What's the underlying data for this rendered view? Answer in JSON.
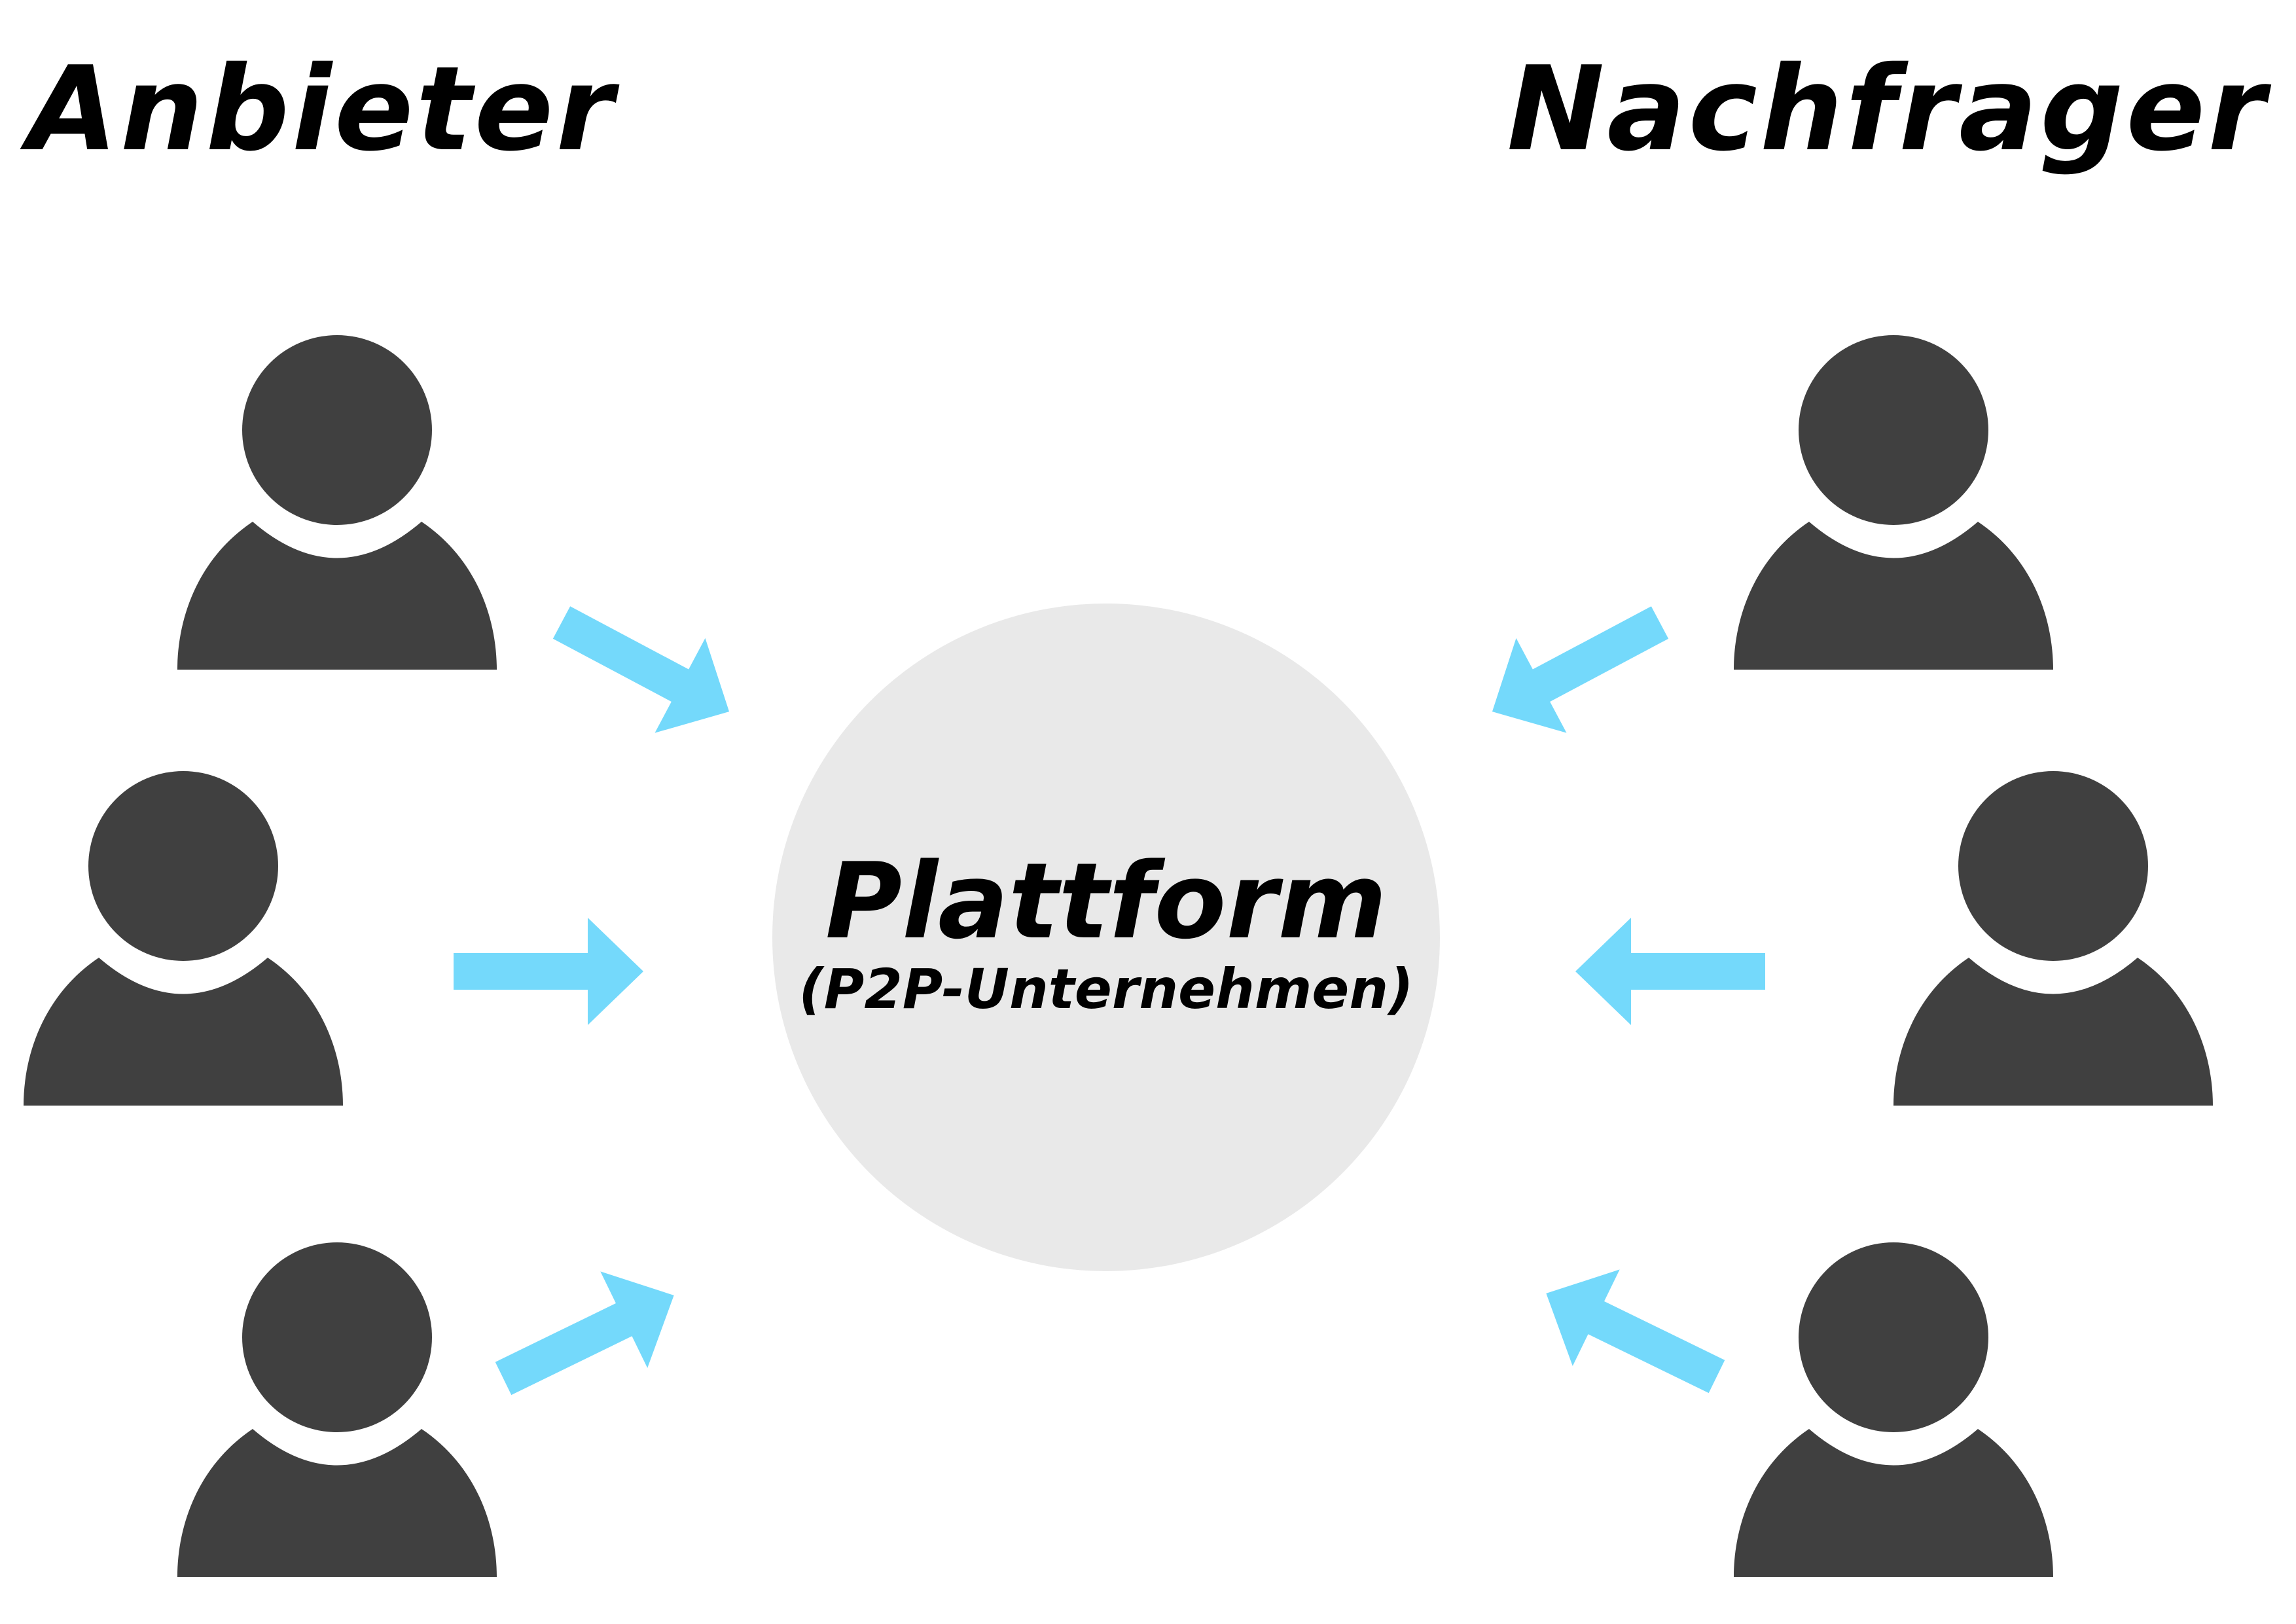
{
  "headings": {
    "left": "Anbieter",
    "right": "Nachfrager"
  },
  "platform": {
    "title": "Plattform",
    "subtitle": "(P2P-Unternehmen)"
  },
  "colors": {
    "person": "#404040",
    "arrow": "#74d9fb",
    "platform_fill": "#e9e9e9",
    "text": "#000000"
  },
  "icons": {
    "person": "person-icon",
    "arrow": "arrow-icon"
  }
}
